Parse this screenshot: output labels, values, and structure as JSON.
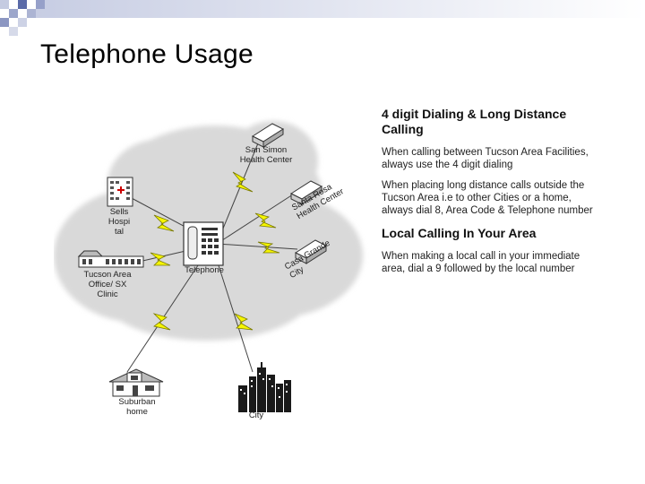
{
  "slide": {
    "title": "Telephone Usage"
  },
  "colors": {
    "corner_pattern": "#5a6aa8",
    "banner_fade": "#dfe3f0",
    "cloud": "#d9d9d9",
    "lightning": "#f5f500",
    "lightning_outline": "#7a7a00"
  },
  "diagram": {
    "center_label": "Telephone",
    "nodes": {
      "san_simon": [
        "San Simon",
        "Health Center"
      ],
      "santa_rosa": [
        "Santa Rosa",
        "Health Center"
      ],
      "casa_grande": [
        "Casa Grande",
        "City"
      ],
      "sells": [
        "Sells",
        "Hospi",
        "tal"
      ],
      "tucson": [
        "Tucson Area",
        "Office/ SX",
        "Clinic"
      ],
      "suburban": [
        "Suburban",
        "home"
      ],
      "city": [
        "City"
      ]
    },
    "icons": [
      "telephone-icon",
      "server-icon",
      "hospital-icon",
      "office-building-icon",
      "house-icon",
      "skyline-icon",
      "lightning-bolt-icon",
      "cloud-icon"
    ]
  },
  "panel": {
    "section1": {
      "heading": "4 digit Dialing & Long Distance Calling",
      "paragraphs": [
        "When calling between Tucson Area Facilities, always use the 4 digit dialing",
        "When placing long distance calls outside the Tucson Area i.e to other Cities or a home, always dial 8, Area Code & Telephone number"
      ]
    },
    "section2": {
      "heading": "Local Calling In Your Area",
      "paragraphs": [
        "When making a local call in your immediate area, dial a 9 followed by the local number"
      ]
    }
  }
}
